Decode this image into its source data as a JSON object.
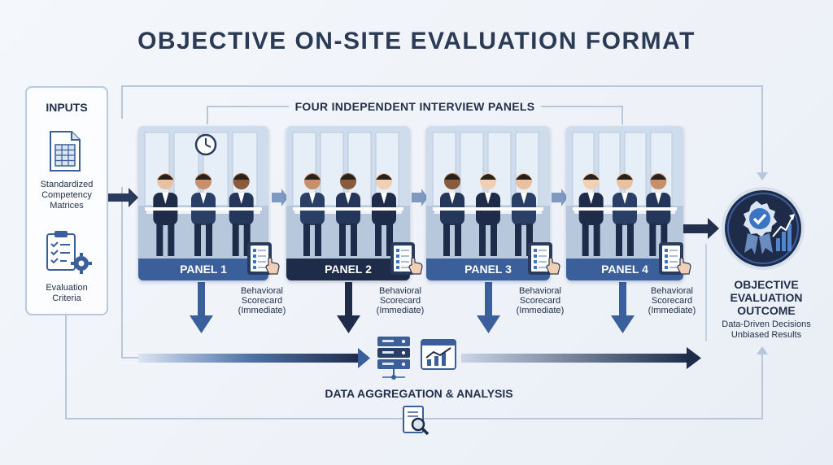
{
  "title": "OBJECTIVE ON-SITE EVALUATION FORMAT",
  "inputs": {
    "heading": "INPUTS",
    "items": [
      {
        "label": "Standardized Competency Matrices",
        "icon": "spreadsheet-icon"
      },
      {
        "label": "Evaluation Criteria",
        "icon": "clipboard-gear-icon"
      }
    ]
  },
  "panels_heading": "FOUR INDEPENDENT INTERVIEW PANELS",
  "panels": [
    {
      "label": "PANEL 1",
      "scorecard": [
        "Behavioral",
        "Scorecard",
        "(Immediate)"
      ]
    },
    {
      "label": "PANEL 2",
      "scorecard": [
        "Behavioral",
        "Scorecard",
        "(Immediate)"
      ]
    },
    {
      "label": "PANEL 3",
      "scorecard": [
        "Behavioral",
        "Scorecard",
        "(Immediate)"
      ]
    },
    {
      "label": "PANEL 4",
      "scorecard": [
        "Behavioral",
        "Scorecard",
        "(Immediate)"
      ]
    }
  ],
  "aggregation": {
    "label": "DATA AGGREGATION & ANALYSIS"
  },
  "outcome": {
    "title": [
      "OBJECTIVE",
      "EVALUATION",
      "OUTCOME"
    ],
    "details": [
      "Data-Driven Decisions",
      "Unbiased Results"
    ]
  },
  "colors": {
    "navy": "#1e2c4a",
    "blue": "#3a5f9a",
    "line": "#b7c8dd",
    "light": "#dbe5f2"
  }
}
